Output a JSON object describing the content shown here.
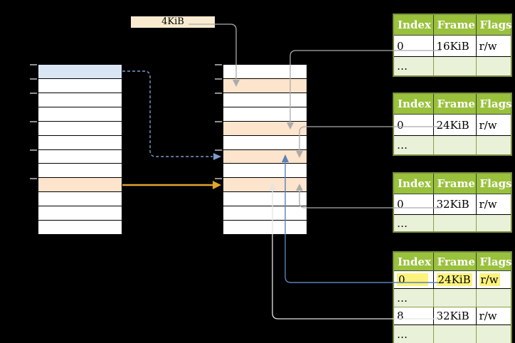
{
  "label_box": {
    "text": "4KiB"
  },
  "memory_tables": {
    "left": {
      "rows": 12,
      "highlights": {
        "0": "blue",
        "8": "peach"
      }
    },
    "middle": {
      "rows": 12,
      "highlights": {
        "1": "peach",
        "4": "peach",
        "6": "peach",
        "8": "peach"
      }
    }
  },
  "page_tables": [
    {
      "id": "frame-table-16kib",
      "header": [
        "Index",
        "Frame",
        "Flags"
      ],
      "rows": [
        {
          "style": "data",
          "cells": [
            "0",
            "16KiB",
            "r/w"
          ]
        },
        {
          "style": "dots",
          "cells": [
            "…",
            "",
            ""
          ]
        }
      ]
    },
    {
      "id": "frame-table-24kib",
      "header": [
        "Index",
        "Frame",
        "Flags"
      ],
      "rows": [
        {
          "style": "data",
          "cells": [
            "0",
            "24KiB",
            "r/w"
          ]
        },
        {
          "style": "dots",
          "cells": [
            "…",
            "",
            ""
          ]
        }
      ]
    },
    {
      "id": "frame-table-32kib",
      "header": [
        "Index",
        "Frame",
        "Flags"
      ],
      "rows": [
        {
          "style": "data",
          "cells": [
            "0",
            "32KiB",
            "r/w"
          ]
        },
        {
          "style": "dots",
          "cells": [
            "…",
            "",
            ""
          ]
        }
      ]
    },
    {
      "id": "page-table-bottom",
      "header": [
        "Index",
        "Frame",
        "Flags"
      ],
      "rows": [
        {
          "style": "data",
          "highlight": true,
          "cells": [
            "0",
            "24KiB",
            "r/w"
          ]
        },
        {
          "style": "dots",
          "cells": [
            "…",
            "",
            ""
          ]
        },
        {
          "style": "data",
          "cells": [
            "8",
            "32KiB",
            "r/w"
          ]
        },
        {
          "style": "dots",
          "cells": [
            "…",
            "",
            ""
          ]
        }
      ]
    }
  ],
  "connections": [
    {
      "from": "4KiB label box",
      "to": "middle-table row 1",
      "style": "solid gray, arrow down"
    },
    {
      "from": "frame-table-16kib frame cell",
      "to": "middle-table row 4",
      "style": "solid gray, arrow down"
    },
    {
      "from": "frame-table-24kib frame cell",
      "to": "middle-table row 6",
      "style": "solid gray, arrow down"
    },
    {
      "from": "frame-table-32kib frame cell",
      "to": "middle-table row 8",
      "style": "solid gray, arrow up"
    },
    {
      "from": "page-table-bottom row 0 (24KiB)",
      "to": "middle-table row 6",
      "style": "solid blue, arrow up"
    },
    {
      "from": "page-table-bottom row 8 (32KiB)",
      "to": "middle-table row 8",
      "style": "solid light gray, arrow up"
    },
    {
      "from": "left-table row 0",
      "to": "middle-table row 6",
      "style": "dashed blue, arrow right"
    },
    {
      "from": "left-table row 8",
      "to": "middle-table row 8",
      "style": "solid orange, arrow right"
    }
  ],
  "colors": {
    "header_green": "#99C13C",
    "row_green": "#EAF1D9",
    "peach_row": "#FCE4CD",
    "blue_row": "#DAE5F4",
    "label_cream": "#FAEBD0",
    "highlight_yellow": "#FCF37C",
    "arrow_gray": "#ABABAB",
    "arrow_orange": "#E3A42C",
    "arrow_blue": "#5C80B8",
    "arrow_dashed_blue": "#7D9DD1",
    "arrow_light": "#E4E4E4",
    "table_border_green": "#7A9040"
  }
}
